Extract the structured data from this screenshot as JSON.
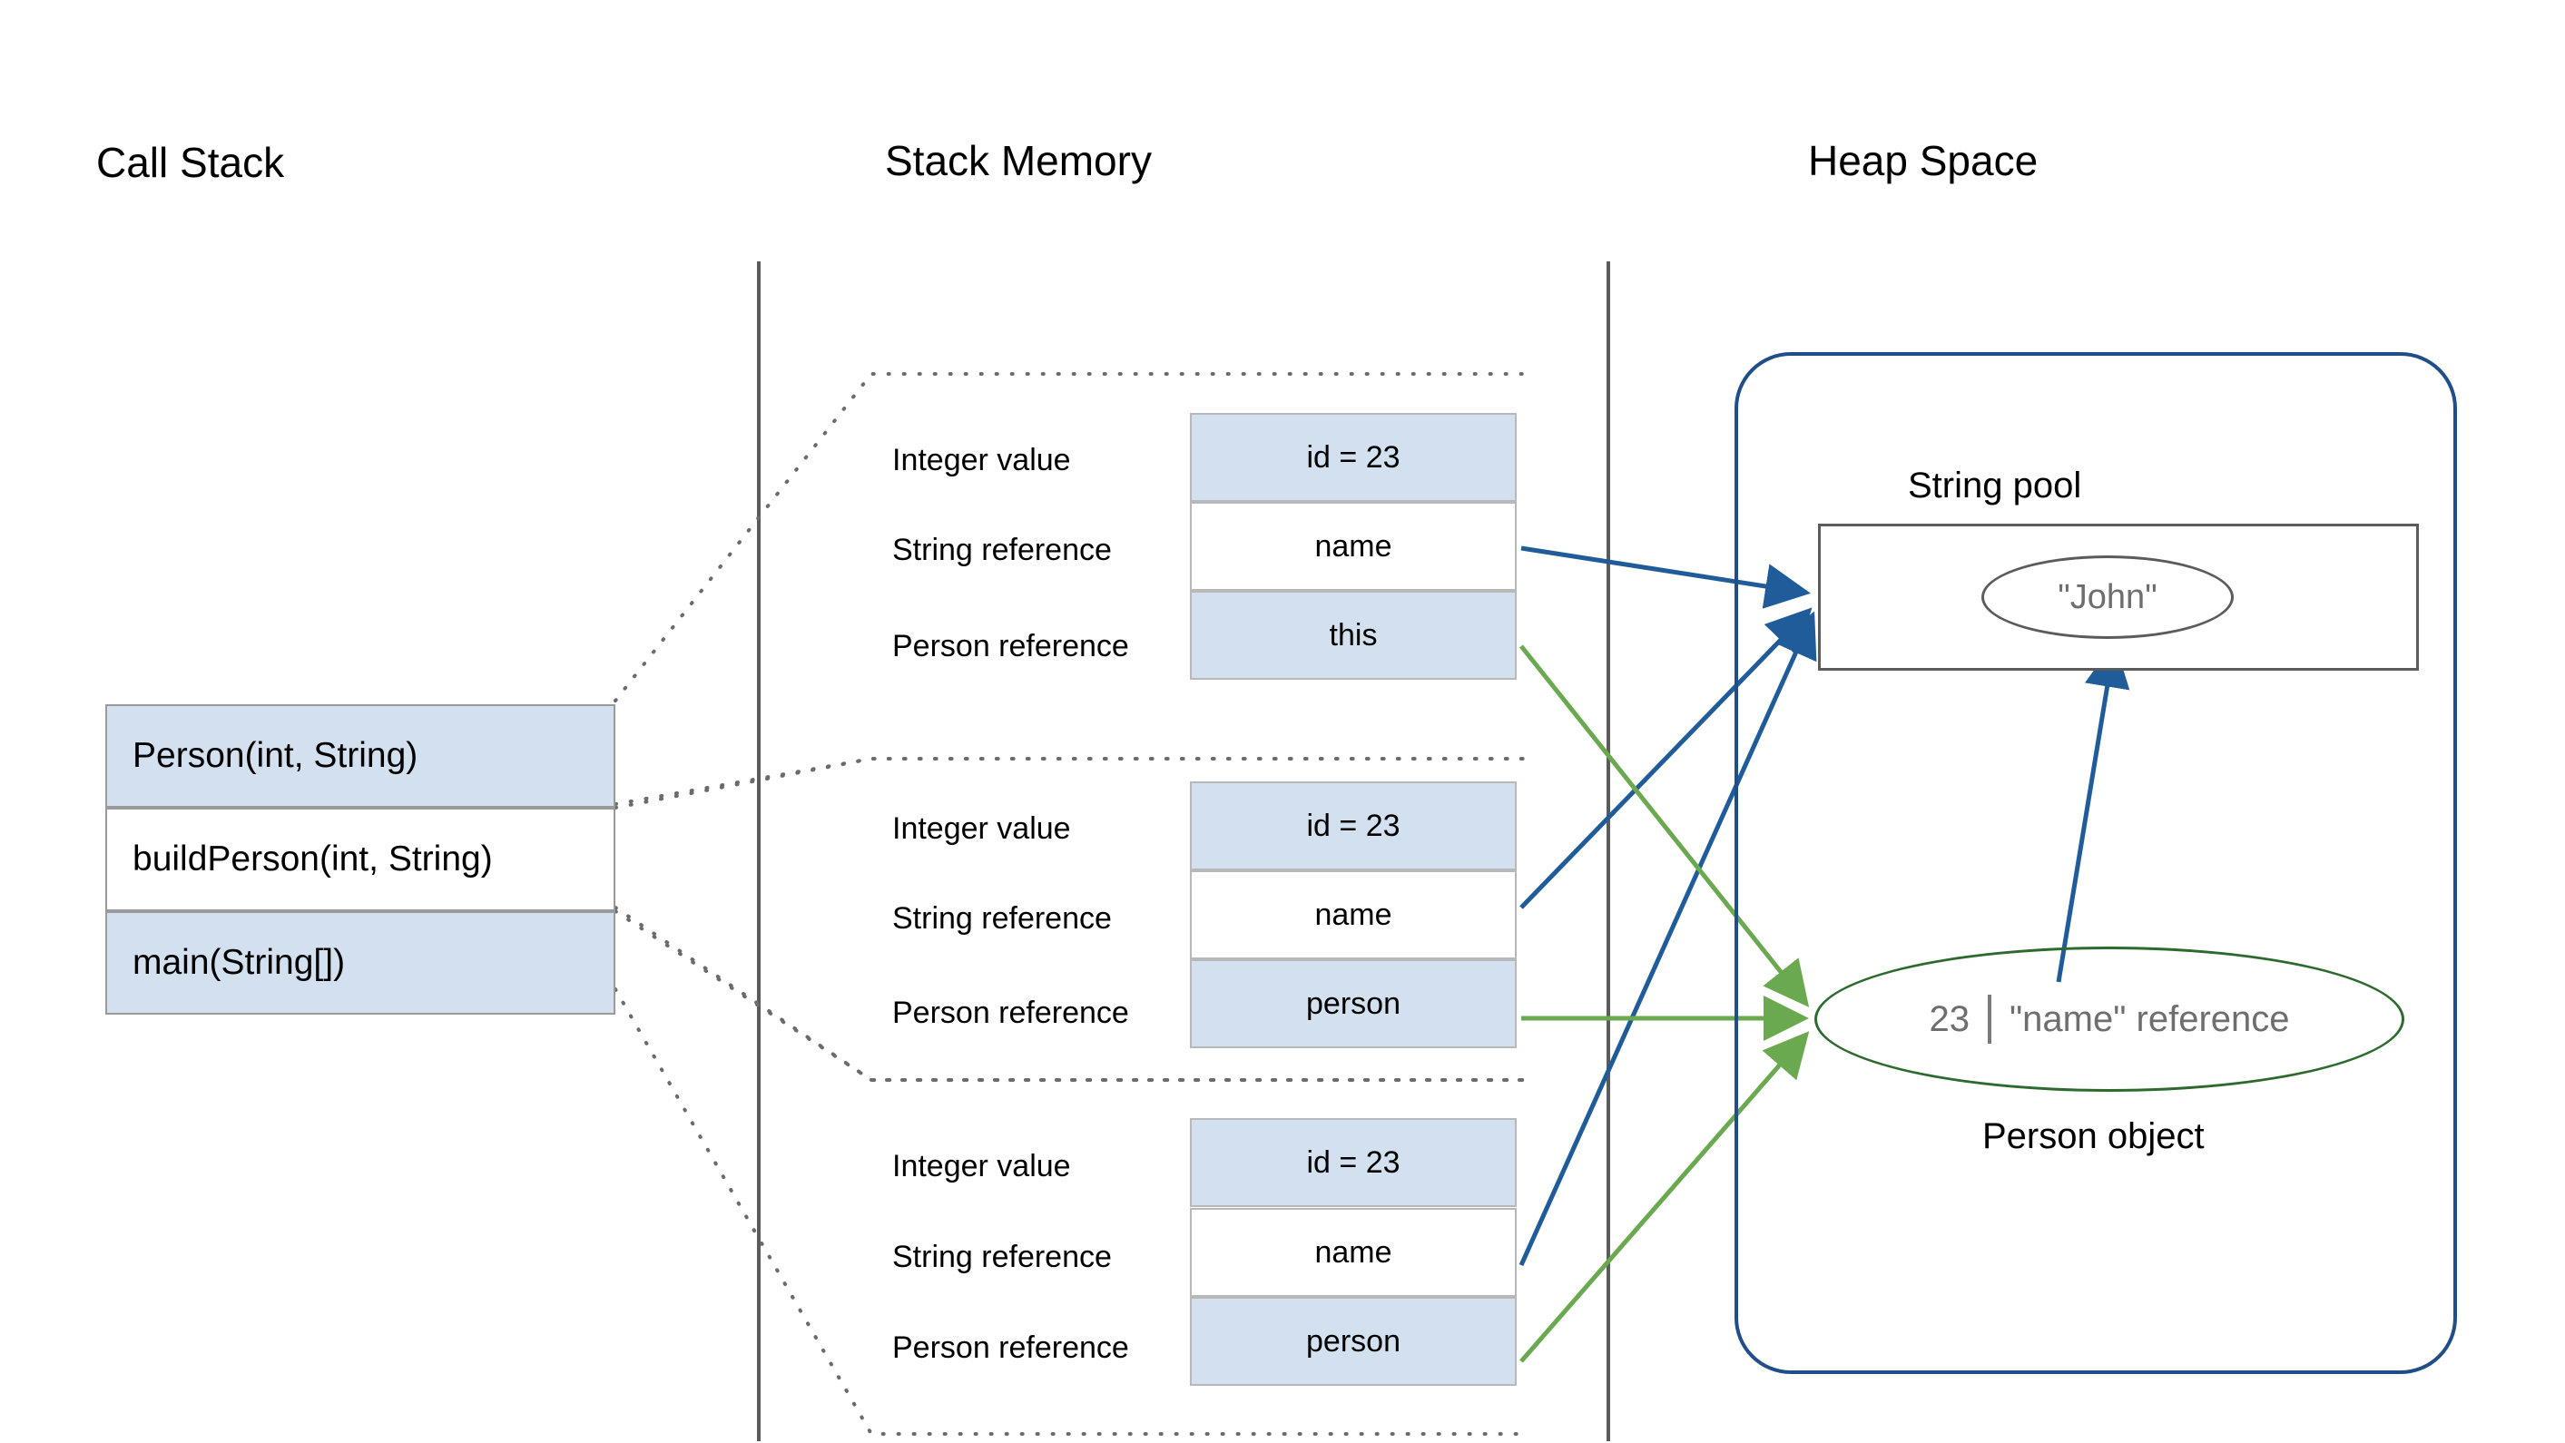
{
  "columns": {
    "call_stack_title": "Call Stack",
    "stack_memory_title": "Stack Memory",
    "heap_space_title": "Heap Space"
  },
  "call_stack": {
    "frames": [
      {
        "label": "Person(int, String)",
        "filled": true
      },
      {
        "label": "buildPerson(int, String)",
        "filled": false
      },
      {
        "label": "main(String[])",
        "filled": true
      }
    ]
  },
  "stack_memory": {
    "frames": [
      {
        "name": "person-constructor-frame",
        "slots": [
          {
            "label": "Integer value",
            "value": "id = 23",
            "filled": true
          },
          {
            "label": "String reference",
            "value": "name",
            "filled": false
          },
          {
            "label": "Person reference",
            "value": "this",
            "filled": true
          }
        ]
      },
      {
        "name": "build-person-frame",
        "slots": [
          {
            "label": "Integer value",
            "value": "id = 23",
            "filled": true
          },
          {
            "label": "String reference",
            "value": "name",
            "filled": false
          },
          {
            "label": "Person reference",
            "value": "person",
            "filled": true
          }
        ]
      },
      {
        "name": "main-frame",
        "slots": [
          {
            "label": "Integer value",
            "value": "id = 23",
            "filled": true
          },
          {
            "label": "String reference",
            "value": "name",
            "filled": false
          },
          {
            "label": "Person reference",
            "value": "person",
            "filled": true
          }
        ]
      }
    ]
  },
  "heap": {
    "string_pool_title": "String pool",
    "string_literal": "\"John\"",
    "person_object": {
      "id_value": "23",
      "name_reference": "\"name\" reference",
      "caption": "Person object"
    }
  },
  "colors": {
    "heap_border": "#1f4e88",
    "string_ref_arrow": "#1f5c99",
    "person_ref_arrow": "#6aa94f",
    "box_fill": "#d2e0f0",
    "box_border": "#b8b8b8",
    "person_ellipse_border": "#2d6a2d",
    "divider_line": "#5b5b5b",
    "muted_text": "#6e6e6e"
  }
}
